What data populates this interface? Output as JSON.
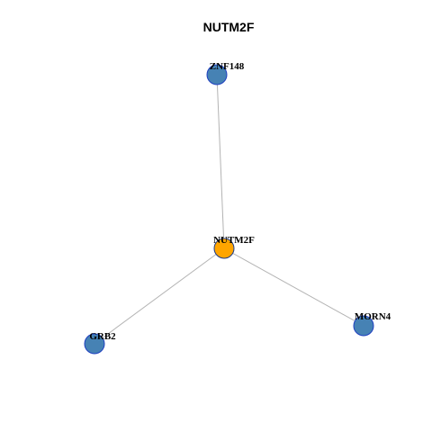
{
  "title": "NUTM2F",
  "colors": {
    "center_fill": "#FFA500",
    "center_stroke": "#1A3A8A",
    "neighbor_fill": "#4682B4",
    "neighbor_stroke": "#1E3FC0",
    "edge": "#B3B3B3"
  },
  "nodes": [
    {
      "id": "NUTM2F",
      "label": "NUTM2F",
      "role": "center"
    },
    {
      "id": "ZNF148",
      "label": "ZNF148",
      "role": "neighbor"
    },
    {
      "id": "GRB2",
      "label": "GRB2",
      "role": "neighbor"
    },
    {
      "id": "MORN4",
      "label": "MORN4",
      "role": "neighbor"
    }
  ],
  "edges": [
    {
      "source": "NUTM2F",
      "target": "ZNF148"
    },
    {
      "source": "NUTM2F",
      "target": "GRB2"
    },
    {
      "source": "NUTM2F",
      "target": "MORN4"
    }
  ]
}
